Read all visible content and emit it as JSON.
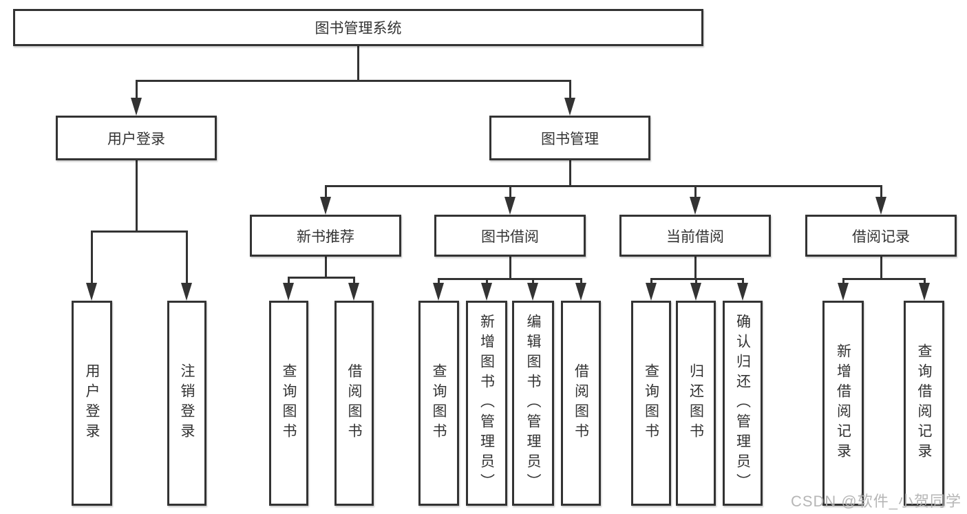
{
  "nodes": {
    "root": "图书管理系统",
    "user_login": "用户登录",
    "book_mgmt": "图书管理",
    "new_book_rec": "新书推荐",
    "book_borrow": "图书借阅",
    "current_borrow": "当前借阅",
    "borrow_record": "借阅记录",
    "ul_login": "用户登录",
    "ul_logout": "注销登录",
    "nb_query": "查询图书",
    "nb_borrow": "借阅图书",
    "bb_query": "查询图书",
    "bb_add": "新增图书（管理员）",
    "bb_edit": "编辑图书（管理员）",
    "bb_borrow": "借阅图书",
    "cb_query": "查询图书",
    "cb_return": "归还图书",
    "cb_confirm": "确认归还（管理员）",
    "br_add": "新增借阅记录",
    "br_query": "查询借阅记录"
  },
  "edges": [
    [
      "root",
      "user_login"
    ],
    [
      "root",
      "book_mgmt"
    ],
    [
      "user_login",
      "ul_login"
    ],
    [
      "user_login",
      "ul_logout"
    ],
    [
      "book_mgmt",
      "new_book_rec"
    ],
    [
      "book_mgmt",
      "book_borrow"
    ],
    [
      "book_mgmt",
      "current_borrow"
    ],
    [
      "book_mgmt",
      "borrow_record"
    ],
    [
      "new_book_rec",
      "nb_query"
    ],
    [
      "new_book_rec",
      "nb_borrow"
    ],
    [
      "book_borrow",
      "bb_query"
    ],
    [
      "book_borrow",
      "bb_add"
    ],
    [
      "book_borrow",
      "bb_edit"
    ],
    [
      "book_borrow",
      "bb_borrow"
    ],
    [
      "current_borrow",
      "cb_query"
    ],
    [
      "current_borrow",
      "cb_return"
    ],
    [
      "current_borrow",
      "cb_confirm"
    ],
    [
      "borrow_record",
      "br_add"
    ],
    [
      "borrow_record",
      "br_query"
    ]
  ],
  "watermark": "CSDN @软件_小贺同学",
  "colors": {
    "line": "#333333",
    "box_border": "#333333",
    "text": "#333333",
    "watermark": "#b3b3b3",
    "background": "#ffffff"
  }
}
